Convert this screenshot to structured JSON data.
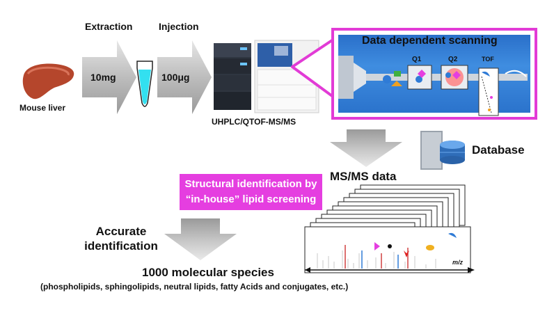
{
  "steps": {
    "extraction_label": "Extraction",
    "injection_label": "Injection",
    "extraction_amount": "10mg",
    "injection_amount": "100μg"
  },
  "sample": {
    "label": "Mouse liver"
  },
  "instrument": {
    "label": "UHPLC/QTOF-MS/MS"
  },
  "dda": {
    "title": "Data dependent scanning",
    "q1": "Q1",
    "q2": "Q2",
    "tof": "TOF"
  },
  "database": {
    "label": "Database"
  },
  "msms": {
    "label": "MS/MS data",
    "axis": "m/z"
  },
  "screening": {
    "line1": "Structural identification by",
    "line2": "“in-house” lipid screening"
  },
  "identification": {
    "line1": "Accurate",
    "line2": "identification"
  },
  "result": {
    "title": "1000 molecular species",
    "subtitle": "(phospholipids, sphingolipids, neutral lipids, fatty Acids and conjugates, etc.)"
  },
  "colors": {
    "accent_magenta": "#e53ee0",
    "arrow_gray": "#b8b8b8",
    "ms_blue": "#2f7bd6",
    "tube_cyan": "#33e0f0"
  }
}
